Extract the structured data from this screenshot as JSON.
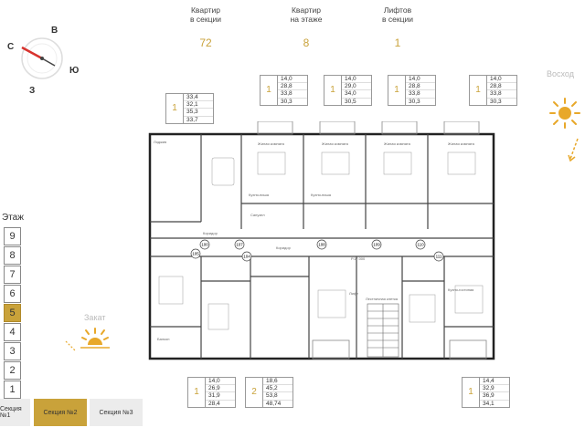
{
  "header": {
    "stats": [
      {
        "label_line1": "Квартир",
        "label_line2": "в секции",
        "value": "72"
      },
      {
        "label_line1": "Квартир",
        "label_line2": "на этаже",
        "value": "8"
      },
      {
        "label_line1": "Лифтов",
        "label_line2": "в секции",
        "value": "1"
      }
    ]
  },
  "compass": {
    "n": "С",
    "e": "В",
    "s": "Ю",
    "w": "З"
  },
  "sun": {
    "sunrise": "Восход",
    "sunset": "Закат"
  },
  "apartments": {
    "top_left": {
      "rooms": "1",
      "areas": [
        "33,4",
        "32,1",
        "35,3",
        "33,7"
      ]
    },
    "top_1": {
      "rooms": "1",
      "areas": [
        "14,0",
        "28,8",
        "33,8",
        "30,3"
      ]
    },
    "top_2": {
      "rooms": "1",
      "areas": [
        "14,0",
        "29,0",
        "34,0",
        "30,5"
      ]
    },
    "top_3": {
      "rooms": "1",
      "areas": [
        "14,0",
        "28,8",
        "33,8",
        "30,3"
      ]
    },
    "top_4": {
      "rooms": "1",
      "areas": [
        "14,0",
        "28,8",
        "33,8",
        "30,3"
      ]
    },
    "bottom_1": {
      "rooms": "1",
      "areas": [
        "14,0",
        "26,9",
        "31,9",
        "28,4"
      ]
    },
    "bottom_2": {
      "rooms": "2",
      "areas": [
        "18,6",
        "45,2",
        "53,8",
        "48,74"
      ]
    },
    "bottom_3": {
      "rooms": "1",
      "areas": [
        "14,4",
        "32,9",
        "36,9",
        "34,1"
      ]
    }
  },
  "floors": {
    "title": "Этаж",
    "items": [
      "9",
      "8",
      "7",
      "6",
      "5",
      "4",
      "3",
      "2",
      "1"
    ],
    "active": "5"
  },
  "sections": {
    "tabs": [
      "Секция №1",
      "Секция №2",
      "Секция №3"
    ],
    "active": "Секция №2"
  },
  "plan": {
    "apt_numbers": [
      "100",
      "107",
      "108",
      "109",
      "110",
      "111",
      "105",
      "104"
    ],
    "stair_label": "Лестничная клетка",
    "lift_label": "Лифт",
    "corridor_label": "Коридор",
    "mark_label": "Р.17.000",
    "room_labels": [
      "Жилая комната",
      "Кухня-ниша",
      "Кухня-гостиная",
      "Балкон",
      "Санузел",
      "Коридор",
      "Лоджия"
    ]
  },
  "colors": {
    "accent": "#c9a23a",
    "sun": "#e8a82a",
    "compass_red": "#d8332e"
  }
}
